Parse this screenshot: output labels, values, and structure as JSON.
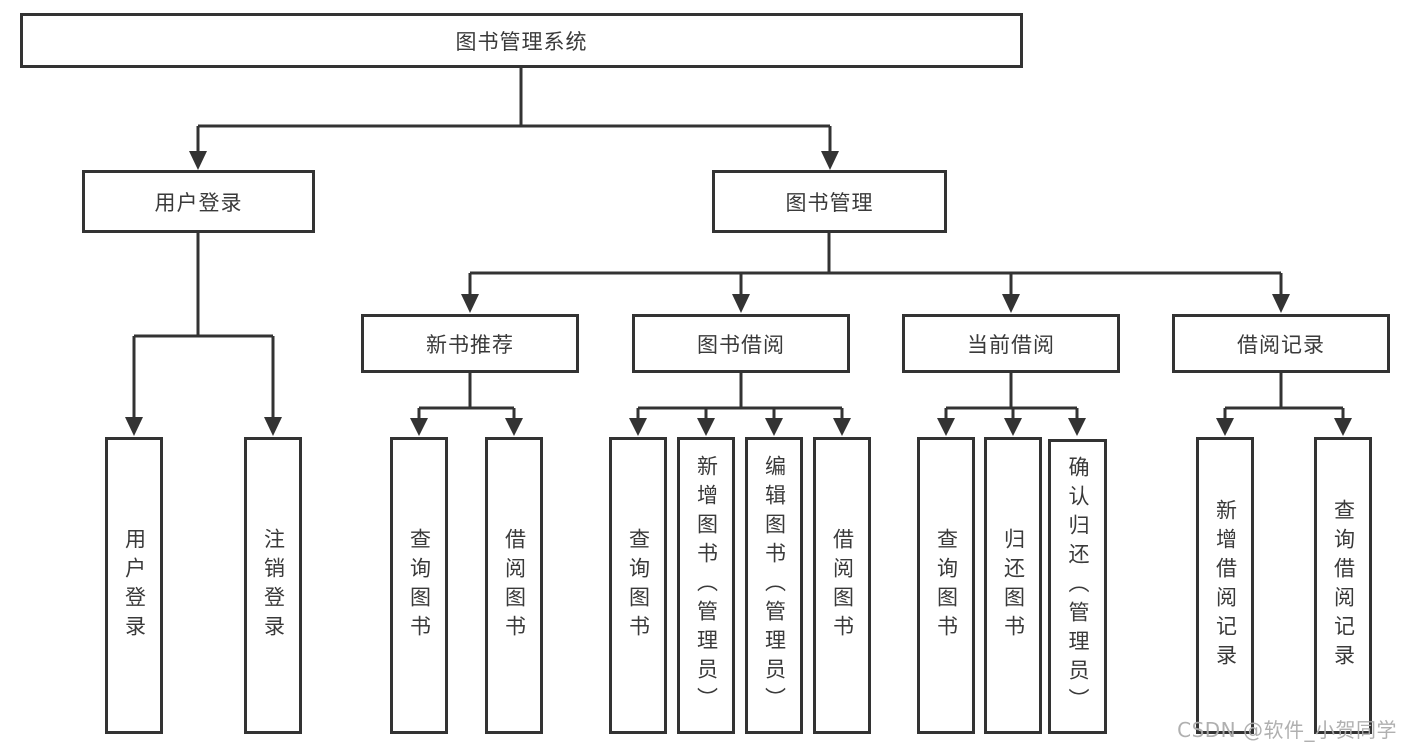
{
  "nodes": {
    "root": {
      "label": "图书管理系统"
    },
    "user_login": {
      "label": "用户登录"
    },
    "book_management": {
      "label": "图书管理"
    },
    "new_book_recommend": {
      "label": "新书推荐"
    },
    "book_borrow": {
      "label": "图书借阅"
    },
    "current_borrow": {
      "label": "当前借阅"
    },
    "borrow_records": {
      "label": "借阅记录"
    },
    "leaf_login": {
      "label": "用户登录"
    },
    "leaf_logout": {
      "label": "注销登录"
    },
    "leaf_nb_query": {
      "label": "查询图书"
    },
    "leaf_nb_borrow": {
      "label": "借阅图书"
    },
    "leaf_bb_query": {
      "label": "查询图书"
    },
    "leaf_bb_add": {
      "label": "新增图书（管理员）"
    },
    "leaf_bb_edit": {
      "label": "编辑图书（管理员）"
    },
    "leaf_bb_borrow": {
      "label": "借阅图书"
    },
    "leaf_cb_query": {
      "label": "查询图书"
    },
    "leaf_cb_return": {
      "label": "归还图书"
    },
    "leaf_cb_confirm": {
      "label": "确认归还（管理员）"
    },
    "leaf_br_add": {
      "label": "新增借阅记录"
    },
    "leaf_br_query": {
      "label": "查询借阅记录"
    }
  },
  "edges": [
    [
      "图书管理系统",
      "用户登录"
    ],
    [
      "图书管理系统",
      "图书管理"
    ],
    [
      "用户登录",
      "用户登录"
    ],
    [
      "用户登录",
      "注销登录"
    ],
    [
      "图书管理",
      "新书推荐"
    ],
    [
      "图书管理",
      "图书借阅"
    ],
    [
      "图书管理",
      "当前借阅"
    ],
    [
      "图书管理",
      "借阅记录"
    ],
    [
      "新书推荐",
      "查询图书"
    ],
    [
      "新书推荐",
      "借阅图书"
    ],
    [
      "图书借阅",
      "查询图书"
    ],
    [
      "图书借阅",
      "新增图书（管理员）"
    ],
    [
      "图书借阅",
      "编辑图书（管理员）"
    ],
    [
      "图书借阅",
      "借阅图书"
    ],
    [
      "当前借阅",
      "查询图书"
    ],
    [
      "当前借阅",
      "归还图书"
    ],
    [
      "当前借阅",
      "确认归还（管理员）"
    ],
    [
      "借阅记录",
      "新增借阅记录"
    ],
    [
      "借阅记录",
      "查询借阅记录"
    ]
  ],
  "watermark": {
    "label": "CSDN @软件_小贺同学"
  },
  "colors": {
    "line": "#333333",
    "text": "#3a3a3a",
    "background": "#ffffff",
    "watermark": "#acacac"
  }
}
